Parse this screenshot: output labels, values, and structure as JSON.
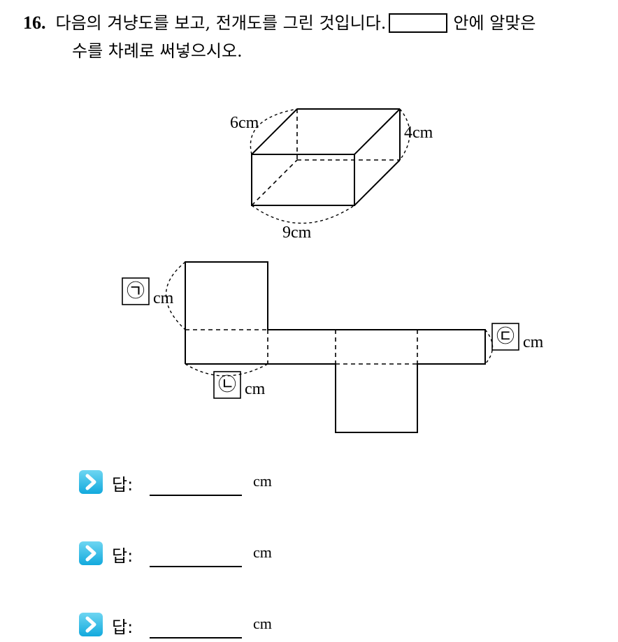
{
  "question": {
    "number": "16.",
    "line1_before_box": "다음의 겨냥도를 보고, 전개도를 그린 것입니다.",
    "line1_after_box": "안에 알맞은",
    "line2": "수를 차례로 써넣으시오."
  },
  "box_figure": {
    "label_depth": "6cm",
    "label_height": "4cm",
    "label_width": "9cm"
  },
  "net_figure": {
    "marker_a": "㉠",
    "marker_b": "㉡",
    "marker_c": "㉢",
    "unit": "cm"
  },
  "answers": [
    {
      "label": "답:",
      "unit": "cm"
    },
    {
      "label": "답:",
      "unit": "cm"
    },
    {
      "label": "답:",
      "unit": "cm"
    }
  ],
  "colors": {
    "arrow_top": "#6ed6f2",
    "arrow_bottom": "#12a9dd"
  }
}
